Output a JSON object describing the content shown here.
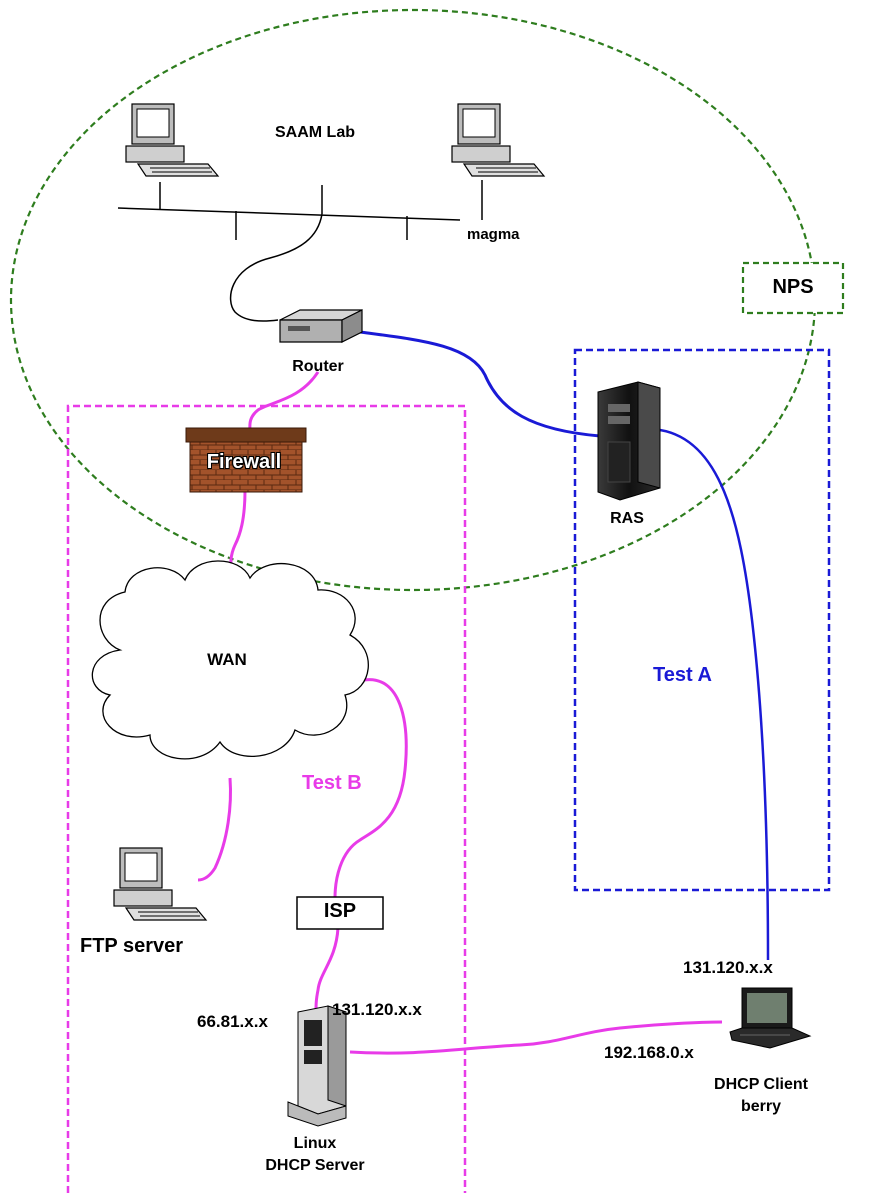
{
  "labels": {
    "saam_lab": "SAAM Lab",
    "magma": "magma",
    "nps": "NPS",
    "router": "Router",
    "firewall": "Firewall",
    "ras": "RAS",
    "wan": "WAN",
    "test_a": "Test A",
    "test_b": "Test B",
    "isp": "ISP",
    "ftp_server": "FTP server",
    "ip_linux_left": "66.81.x.x",
    "ip_linux_right": "131.120.x.x",
    "ip_client_top": "131.120.x.x",
    "ip_client_lan": "192.168.0.x",
    "linux_line1": "Linux",
    "linux_line2": "DHCP Server",
    "client_line1": "DHCP Client",
    "client_line2": "berry"
  },
  "colors": {
    "nps_boundary": "#2e7d1e",
    "test_a": "#1a1ad6",
    "test_b": "#e83be8",
    "test_a_text": "#1a1ad6",
    "test_b_text": "#e83be8",
    "firewall_brick": "#9c4a22"
  },
  "icons": [
    "workstation-icon",
    "router-icon",
    "firewall-icon",
    "server-tower-icon",
    "cloud-icon",
    "laptop-icon"
  ]
}
